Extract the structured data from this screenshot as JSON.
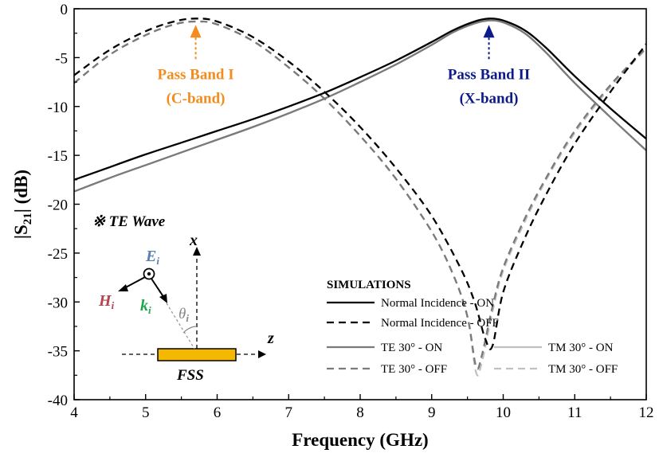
{
  "chart_data": {
    "type": "line",
    "xlabel": "Frequency (GHz)",
    "ylabel_main": "|S",
    "ylabel_sub": "21",
    "ylabel_tail": "| (dB)",
    "xlim": [
      4,
      12
    ],
    "ylim": [
      -40,
      0
    ],
    "xticks": [
      4,
      5,
      6,
      7,
      8,
      9,
      10,
      11,
      12
    ],
    "yticks": [
      0,
      -5,
      -10,
      -15,
      -20,
      -25,
      -30,
      -35,
      -40
    ],
    "grid": false,
    "legend_title": "SIMULATIONS",
    "legend_placement": "bottom-right",
    "series": [
      {
        "name": "Normal Incidence - ON",
        "color": "#000000",
        "dash": false,
        "x": [
          4,
          4.5,
          5,
          5.5,
          6,
          6.5,
          7,
          7.5,
          8,
          8.5,
          9,
          9.3,
          9.6,
          9.8,
          10,
          10.3,
          10.6,
          11,
          11.5,
          12
        ],
        "y": [
          -17.5,
          -16.2,
          -14.9,
          -13.7,
          -12.5,
          -11.3,
          -10.0,
          -8.6,
          -7.0,
          -5.3,
          -3.4,
          -2.2,
          -1.3,
          -1.0,
          -1.2,
          -2.2,
          -4.0,
          -6.9,
          -10.2,
          -13.3
        ]
      },
      {
        "name": "Normal Incidence - OFF",
        "color": "#000000",
        "dash": true,
        "x": [
          4,
          4.5,
          5,
          5.4,
          5.7,
          6,
          6.5,
          7,
          7.5,
          8,
          8.5,
          9,
          9.4,
          9.6,
          9.75,
          9.85,
          10,
          10.3,
          10.6,
          11,
          11.5,
          12
        ],
        "y": [
          -6.8,
          -4.2,
          -2.3,
          -1.3,
          -1.0,
          -1.3,
          -2.9,
          -5.4,
          -8.5,
          -12.1,
          -16.3,
          -21.2,
          -26.5,
          -30.0,
          -33.8,
          -34.5,
          -29.0,
          -23.5,
          -19.0,
          -13.8,
          -8.5,
          -3.6
        ]
      },
      {
        "name": "TE 30° - ON",
        "color": "#7a7a7a",
        "dash": false,
        "x": [
          4,
          4.5,
          5,
          5.5,
          6,
          6.5,
          7,
          7.5,
          8,
          8.5,
          9,
          9.3,
          9.6,
          9.8,
          10,
          10.3,
          10.6,
          11,
          11.5,
          12
        ],
        "y": [
          -18.7,
          -17.3,
          -16.0,
          -14.7,
          -13.4,
          -12.1,
          -10.7,
          -9.2,
          -7.5,
          -5.7,
          -3.7,
          -2.4,
          -1.5,
          -1.2,
          -1.4,
          -2.5,
          -4.5,
          -7.6,
          -11.1,
          -14.5
        ]
      },
      {
        "name": "TM 30° - ON",
        "color": "#c0c0c0",
        "dash": false,
        "x": [
          4,
          4.5,
          5,
          5.5,
          6,
          6.5,
          7,
          7.5,
          8,
          8.5,
          9,
          9.3,
          9.6,
          9.8,
          10,
          10.3,
          10.6,
          11,
          11.5,
          12
        ],
        "y": [
          -18.7,
          -17.3,
          -16.0,
          -14.7,
          -13.4,
          -12.1,
          -10.7,
          -9.2,
          -7.5,
          -5.7,
          -3.7,
          -2.4,
          -1.5,
          -1.2,
          -1.4,
          -2.5,
          -4.5,
          -7.6,
          -11.1,
          -14.5
        ]
      },
      {
        "name": "TE 30° - OFF",
        "color": "#7a7a7a",
        "dash": true,
        "x": [
          4,
          4.5,
          5,
          5.4,
          5.7,
          6,
          6.5,
          7,
          7.5,
          8,
          8.5,
          9,
          9.3,
          9.5,
          9.62,
          9.7,
          9.85,
          10,
          10.3,
          10.6,
          11,
          11.5,
          12
        ],
        "y": [
          -7.6,
          -4.7,
          -2.7,
          -1.6,
          -1.3,
          -1.6,
          -3.3,
          -6.0,
          -9.2,
          -13.0,
          -17.4,
          -22.8,
          -27.2,
          -31.5,
          -36.6,
          -35.5,
          -30.5,
          -26.5,
          -21.5,
          -17.3,
          -12.5,
          -7.8,
          -4.0
        ]
      },
      {
        "name": "TM 30° - OFF",
        "color": "#c0c0c0",
        "dash": true,
        "x": [
          4,
          4.5,
          5,
          5.4,
          5.7,
          6,
          6.5,
          7,
          7.5,
          8,
          8.5,
          9,
          9.3,
          9.5,
          9.62,
          9.7,
          9.85,
          10,
          10.3,
          10.6,
          11,
          11.5,
          12
        ],
        "y": [
          -7.6,
          -4.7,
          -2.7,
          -1.6,
          -1.3,
          -1.6,
          -3.3,
          -6.0,
          -9.2,
          -13.0,
          -17.4,
          -22.8,
          -27.2,
          -31.5,
          -37.2,
          -36.2,
          -31.0,
          -26.8,
          -21.8,
          -17.5,
          -12.7,
          -8.0,
          -4.1
        ]
      }
    ],
    "annotations": [
      {
        "line1": "Pass Band I",
        "line2": "(C-band)",
        "color": "#f28c1e",
        "x": 5.7,
        "y": -1.0
      },
      {
        "line1": "Pass Band II",
        "line2": "(X-band)",
        "color": "#0d1a8a",
        "x": 9.8,
        "y": -1.0
      }
    ],
    "inset": {
      "wave_label": "※ TE Wave",
      "axis_x": "x",
      "axis_z": "z",
      "e_label": "E",
      "h_label": "H",
      "k_label": "k",
      "theta_label": "θ",
      "subscript": "i",
      "fss_label": "FSS",
      "fss_color": "#f5b800",
      "e_color": "#5b7fb3",
      "h_color": "#b3454f",
      "k_color": "#1fa64a"
    }
  }
}
